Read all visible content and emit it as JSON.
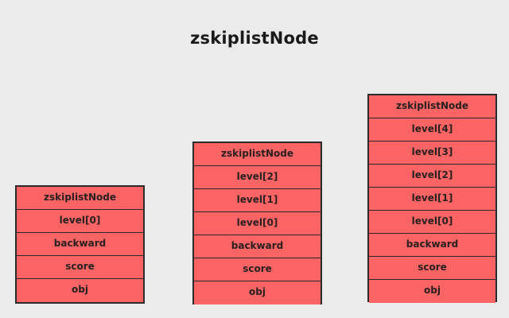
{
  "title": "zskiplistNode",
  "nodes": [
    {
      "fields": [
        "zskiplistNode",
        "level[0]",
        "backward",
        "score",
        "obj"
      ]
    },
    {
      "fields": [
        "zskiplistNode",
        "level[2]",
        "level[1]",
        "level[0]",
        "backward",
        "score",
        "obj"
      ]
    },
    {
      "fields": [
        "zskiplistNode",
        "level[4]",
        "level[3]",
        "level[2]",
        "level[1]",
        "level[0]",
        "backward",
        "score",
        "obj"
      ]
    }
  ],
  "colors": {
    "background": "#ebebeb",
    "cell_fill": "#fb6464",
    "border": "#2b2b2b",
    "text": "#2a2020"
  }
}
